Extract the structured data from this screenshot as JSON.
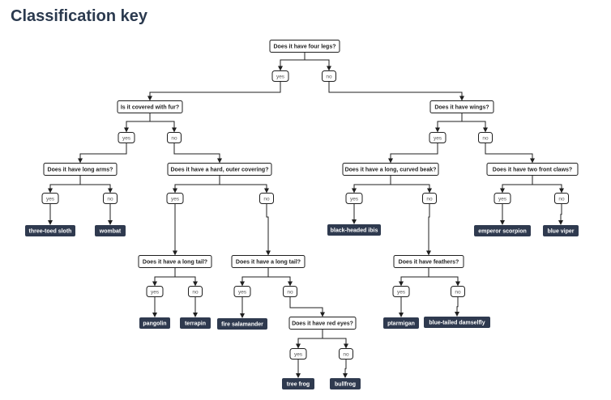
{
  "title": "Classification key",
  "questions": {
    "q_four_legs": "Does it have four legs?",
    "q_fur": "Is it covered with fur?",
    "q_wings": "Does it have wings?",
    "q_long_arms": "Does it have long arms?",
    "q_hard_cover": "Does it have a hard, outer covering?",
    "q_curved_beak": "Does it have a long, curved beak?",
    "q_front_claws": "Does it have two front claws?",
    "q_long_tail_1": "Does it have a long tail?",
    "q_long_tail_2": "Does it have a long tail?",
    "q_feathers": "Does it have feathers?",
    "q_red_eyes": "Does it have red eyes?"
  },
  "answers": {
    "yes": "yes",
    "no": "no"
  },
  "animals": {
    "sloth": "three-toed sloth",
    "wombat": "wombat",
    "ibis": "black-headed ibis",
    "scorpion": "emperor scorpion",
    "viper": "blue viper",
    "pangolin": "pangolin",
    "terrapin": "terrapin",
    "salamander": "fire salamander",
    "ptarmigan": "ptarmigan",
    "damselfly": "blue-tailed damselfly",
    "tree_frog": "tree frog",
    "bullfrog": "bullfrog"
  }
}
